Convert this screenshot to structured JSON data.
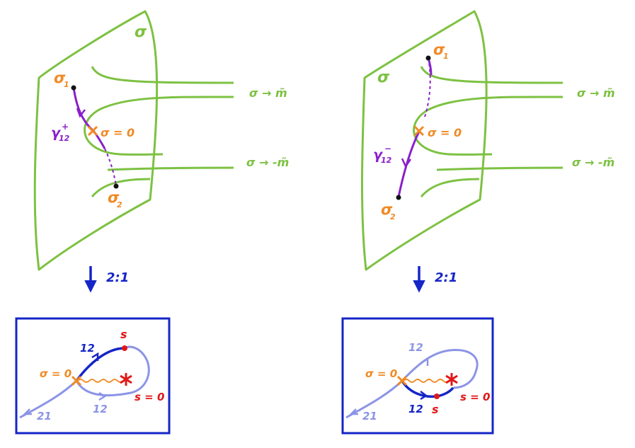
{
  "colors": {
    "surface": "#7dc142",
    "sigma_label": "#f08a24",
    "path": "#8a1fc9",
    "arrow": "#1525c7",
    "sheet_light": "#8c94e6",
    "sheet_dark": "#1525c7",
    "singular": "#e01818"
  },
  "left": {
    "sigma": "σ",
    "sigma1": "σ",
    "sigma1_sub": "1",
    "sigma2": "σ",
    "sigma2_sub": "2",
    "gamma": "γ",
    "gamma_sub": "12",
    "gamma_sup": "+",
    "zero": "σ = 0",
    "upper_limit": "σ → m̃",
    "lower_limit": "σ → -m̃",
    "map": "2:1",
    "box": {
      "sigma_zero": "σ = 0",
      "s_zero": "s = 0",
      "s": "s",
      "label_12_top": "12",
      "label_12_bottom": "12",
      "label_21": "21"
    }
  },
  "right": {
    "sigma": "σ",
    "sigma1": "σ",
    "sigma1_sub": "1",
    "sigma2": "σ",
    "sigma2_sub": "2",
    "gamma": "γ",
    "gamma_sub": "12",
    "gamma_sup": "−",
    "zero": "σ = 0",
    "upper_limit": "σ → m̃",
    "lower_limit": "σ → -m̃",
    "map": "2:1",
    "box": {
      "sigma_zero": "σ = 0",
      "s_zero": "s = 0",
      "s": "s",
      "label_12_top": "12",
      "label_12_bottom": "12",
      "label_21": "21"
    }
  }
}
